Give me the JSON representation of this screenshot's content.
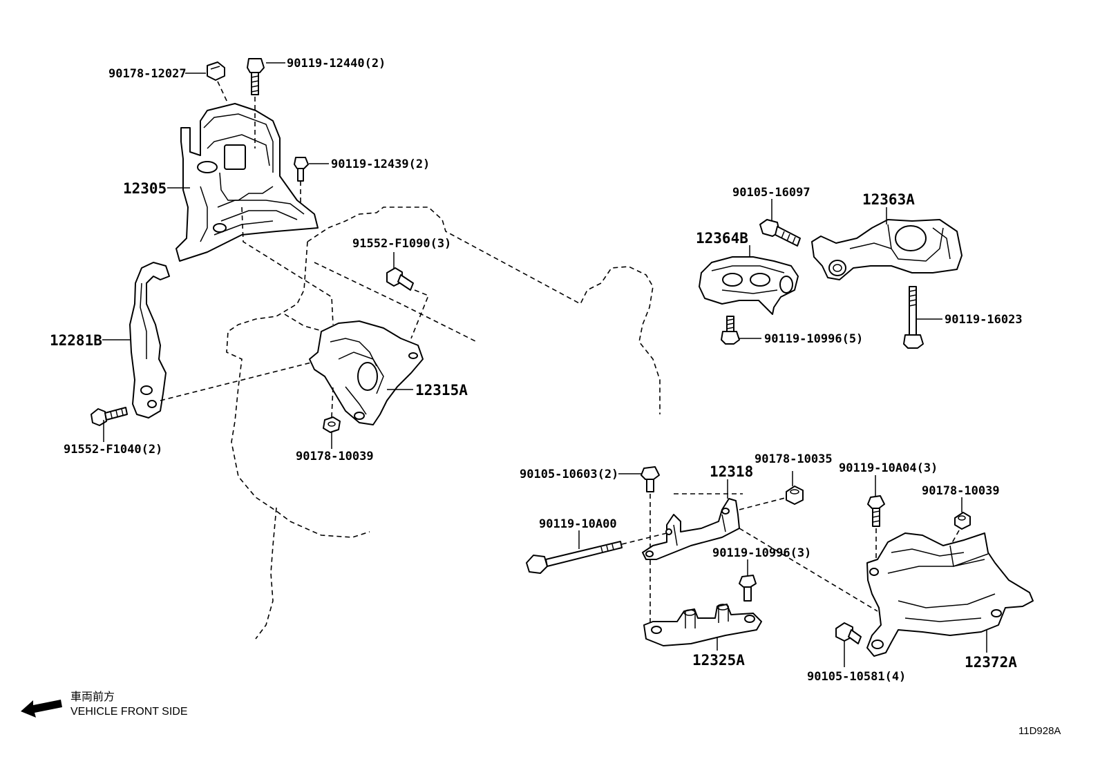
{
  "labels": {
    "p90178_12027": "90178-12027",
    "p90119_12440": "90119-12440(2)",
    "p90119_12439": "90119-12439(2)",
    "p12305": "12305",
    "p91552_F1090": "91552-F1090(3)",
    "p12281B": "12281B",
    "p12315A": "12315A",
    "p91552_F1040": "91552-F1040(2)",
    "p90178_10039_a": "90178-10039",
    "p90105_16097": "90105-16097",
    "p12363A": "12363A",
    "p12364B": "12364B",
    "p90119_16023": "90119-16023",
    "p90119_10996_5": "90119-10996(5)",
    "p90105_10603": "90105-10603(2)",
    "p12318": "12318",
    "p90178_10035": "90178-10035",
    "p90119_10A04": "90119-10A04(3)",
    "p90178_10039_b": "90178-10039",
    "p90119_10A00": "90119-10A00",
    "p90119_10996_3": "90119-10996(3)",
    "p12325A": "12325A",
    "p12372A": "12372A",
    "p90105_10581": "90105-10581(4)"
  },
  "front_indicator": {
    "japanese": "車両前方",
    "english": "VEHICLE FRONT SIDE",
    "arrow_icon": "left-arrow-icon"
  },
  "diagram_code": "11D928A"
}
